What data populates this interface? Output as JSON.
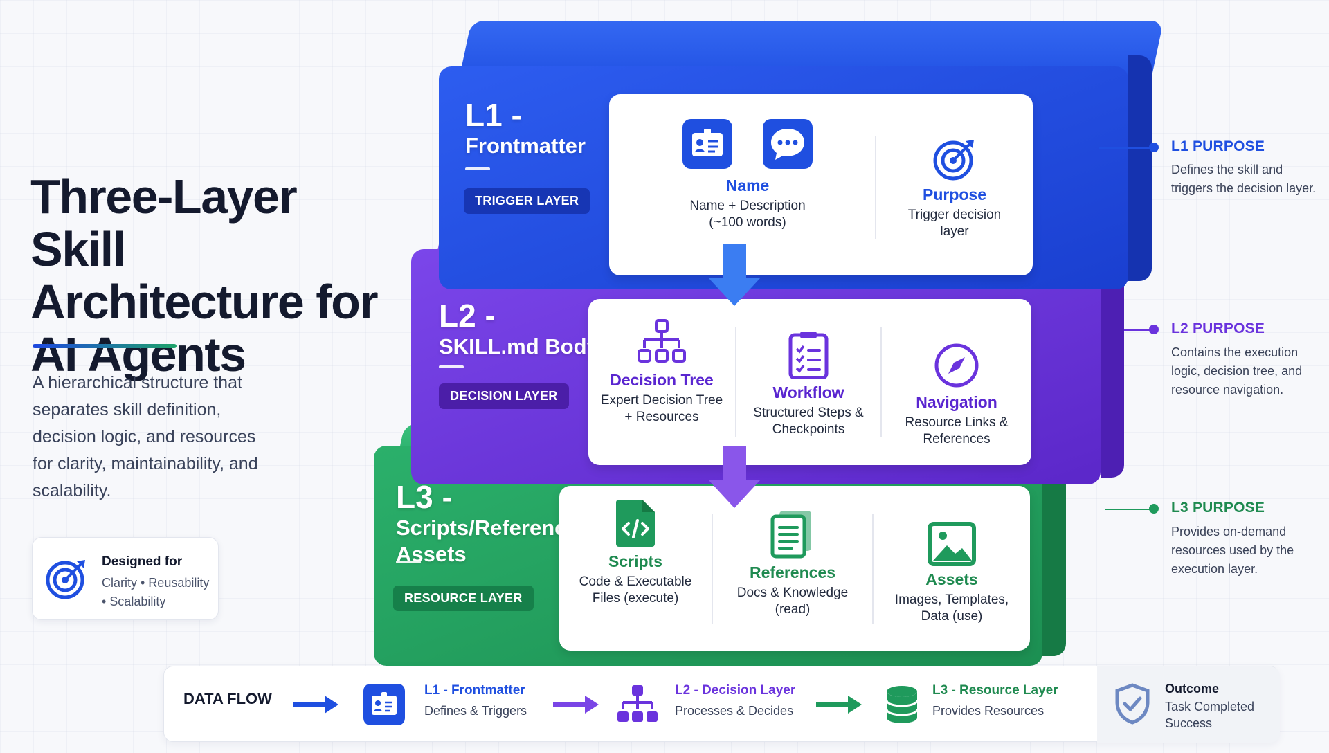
{
  "heading": {
    "title": "Three-Layer Skill Architecture for AI Agents",
    "description": "A hierarchical structure that separates skill definition, decision logic, and resources for clarity, maintainability, and scalability."
  },
  "designed_for": {
    "title": "Designed for",
    "text": "Clarity • Reusability • Scalability",
    "icon": "target-icon"
  },
  "layers": {
    "l1": {
      "code": "L1 -",
      "name": "Frontmatter",
      "badge": "TRIGGER LAYER",
      "color": "#1f4fe0",
      "items": [
        {
          "icon": "id-card-icon",
          "title": "Name",
          "sub": "Name + Description (~100 words)"
        },
        {
          "icon": "chat-bubble-icon",
          "title": "",
          "sub": ""
        },
        {
          "icon": "target-icon",
          "title": "Purpose",
          "sub": "Trigger decision layer"
        }
      ]
    },
    "l2": {
      "code": "L2 -",
      "name": "SKILL.md Body",
      "badge": "DECISION LAYER",
      "color": "#6a33dd",
      "items": [
        {
          "icon": "hierarchy-icon",
          "title": "Decision Tree",
          "sub": "Expert Decision Tree + Resources"
        },
        {
          "icon": "checklist-icon",
          "title": "Workflow",
          "sub": "Structured Steps & Checkpoints"
        },
        {
          "icon": "compass-icon",
          "title": "Navigation",
          "sub": "Resource Links & References"
        }
      ]
    },
    "l3": {
      "code": "L3 -",
      "name": "Scripts/References/ Assets",
      "badge": "RESOURCE LAYER",
      "color": "#1f9a5c",
      "items": [
        {
          "icon": "code-file-icon",
          "title": "Scripts",
          "sub": "Code & Executable Files (execute)"
        },
        {
          "icon": "documents-icon",
          "title": "References",
          "sub": "Docs & Knowledge (read)"
        },
        {
          "icon": "image-icon",
          "title": "Assets",
          "sub": "Images, Templates, Data (use)"
        }
      ]
    }
  },
  "purposes": [
    {
      "title": "L1 PURPOSE",
      "text": "Defines the skill and triggers the decision layer.",
      "color": "#1f4fe0"
    },
    {
      "title": "L2 PURPOSE",
      "text": "Contains the execution logic, decision tree, and resource navigation.",
      "color": "#6a33dd"
    },
    {
      "title": "L3 PURPOSE",
      "text": "Provides on-demand resources used by the execution layer.",
      "color": "#1f9a5c"
    }
  ],
  "data_flow": {
    "label": "DATA FLOW",
    "steps": [
      {
        "title": "L1 - Frontmatter",
        "sub": "Defines & Triggers",
        "icon": "id-card-icon"
      },
      {
        "title": "L2 - Decision Layer",
        "sub": "Processes & Decides",
        "icon": "hierarchy-icon"
      },
      {
        "title": "L3 - Resource Layer",
        "sub": "Provides Resources",
        "icon": "database-icon"
      }
    ],
    "outcome": {
      "title": "Outcome",
      "sub": "Task Completed Success",
      "icon": "shield-check-icon"
    }
  }
}
